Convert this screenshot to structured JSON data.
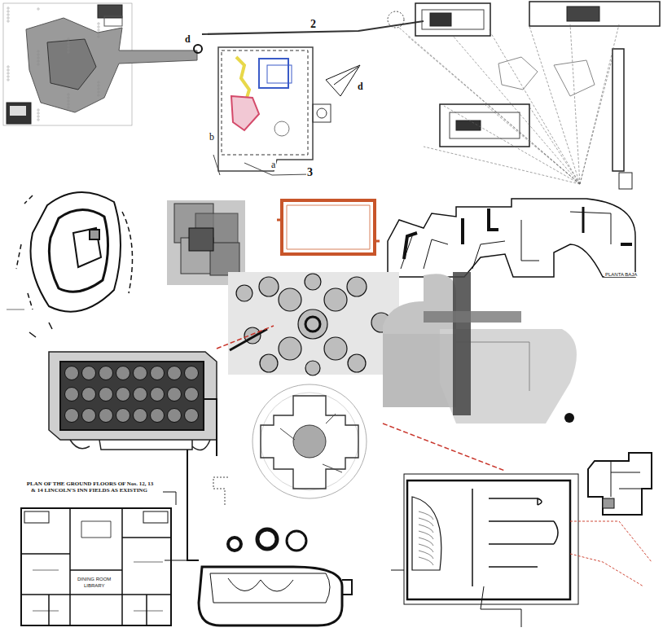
{
  "diagram": {
    "labels": [
      "d",
      "2",
      "d",
      "b",
      "a",
      "3",
      "PLAN OF THE GROUND FLOORS OF Nos. 12, 13 & 14 LINCOLN'S INN FIELDS AS EXISTING",
      "PLANTA BAJA",
      "DINING ROOM",
      "LIBRARY"
    ]
  }
}
